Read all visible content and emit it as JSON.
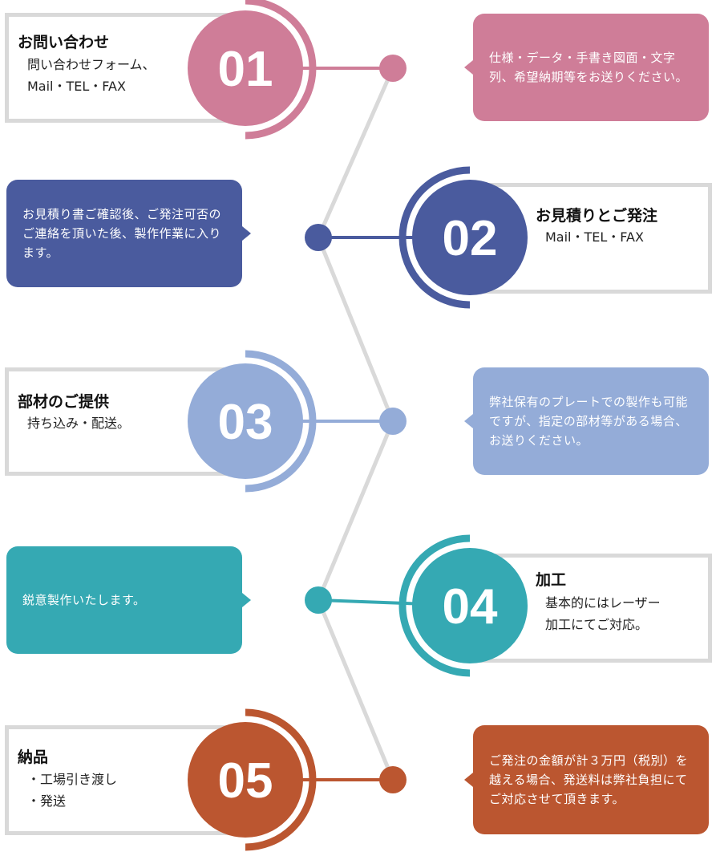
{
  "steps": [
    {
      "number": "01",
      "title": "お問い合わせ",
      "desc": [
        "問い合わせフォーム、",
        "Mail・TEL・FAX"
      ],
      "note": "仕様・データ・手書き図面・文字列、希望納期等をお送りください。",
      "color": "#cf7d98"
    },
    {
      "number": "02",
      "title": "お見積りとご発注",
      "desc": [
        "Mail・TEL・FAX"
      ],
      "note": "お見積り書ご確認後、ご発注可否のご連絡を頂いた後、製作作業に入ります。",
      "color": "#4a5b9e"
    },
    {
      "number": "03",
      "title": "部材のご提供",
      "desc": [
        "持ち込み・配送。"
      ],
      "note": "弊社保有のプレートでの製作も可能ですが、指定の部材等がある場合、お送りください。",
      "color": "#94acd8"
    },
    {
      "number": "04",
      "title": "加工",
      "desc": [
        "基本的にはレーザー",
        "加工にてご対応。"
      ],
      "note": "鋭意製作いたします。",
      "color": "#35a9b3"
    },
    {
      "number": "05",
      "title": "納品",
      "desc": [
        "・工場引き渡し",
        "・発送"
      ],
      "note": "ご発注の金額が計３万円（税別）を越える場合、発送料は弊社負担にてご対応させて頂きます。",
      "color": "#bb5630"
    }
  ]
}
